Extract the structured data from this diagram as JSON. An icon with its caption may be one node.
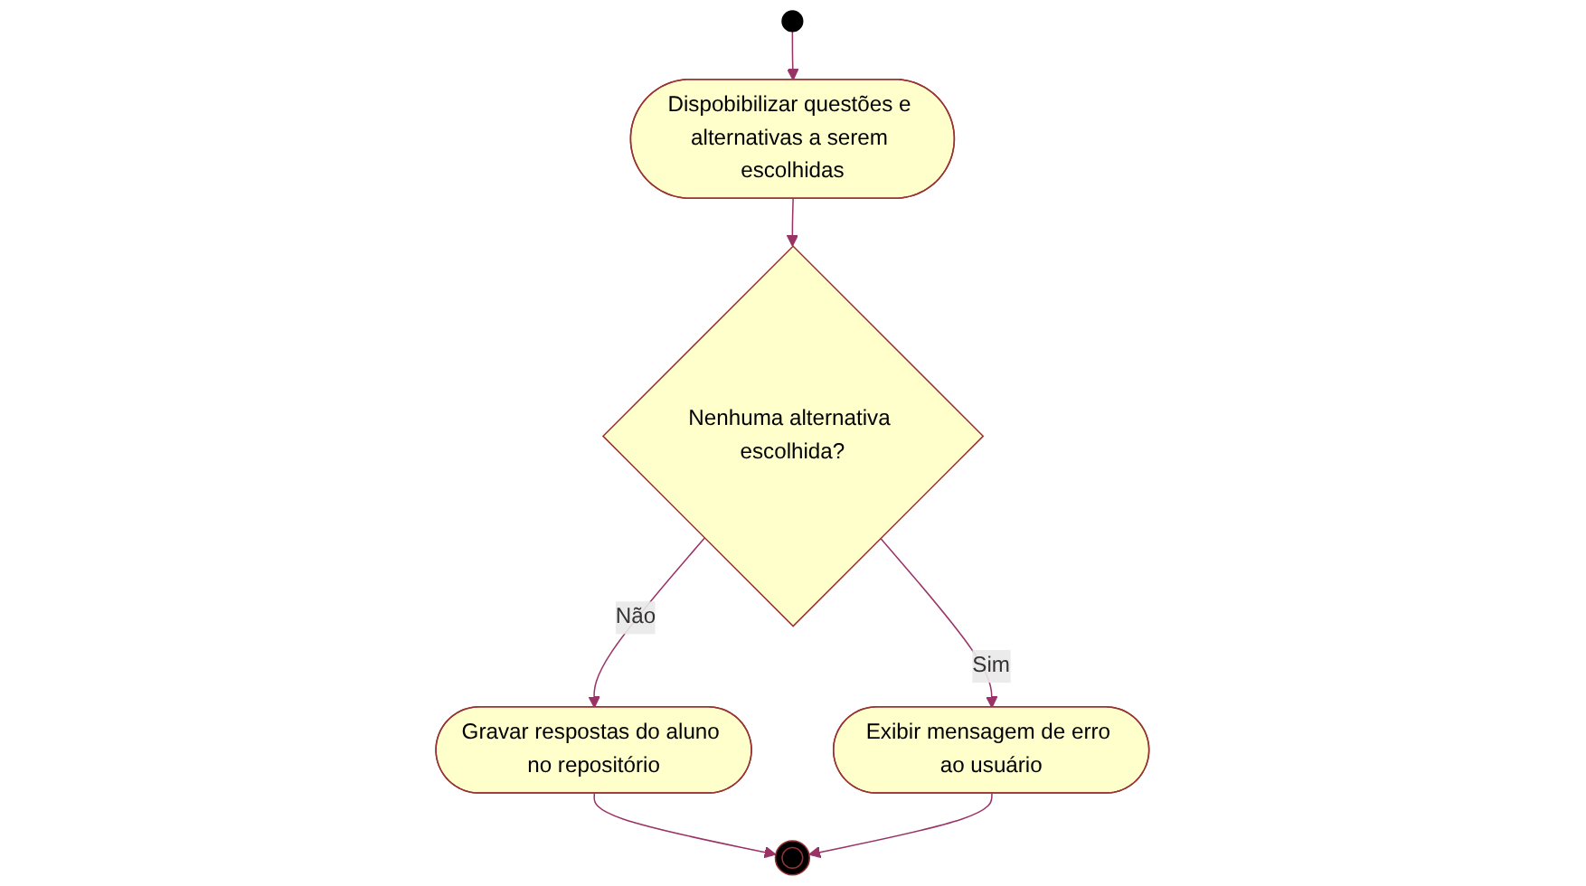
{
  "diagram": {
    "nodes": [
      {
        "text": [],
        "shape": "circle"
      },
      {
        "text": [
          "Dispobibilizar questões e alternativas a serem escolhidas"
        ]
      },
      {
        "text": [
          "Nenhuma alternativa escolhida?"
        ]
      },
      {
        "text": [
          "Exibir mensagem de erro ao usuário"
        ]
      },
      {
        "text": [
          "Gravar respostas do aluno no repositório"
        ]
      },
      {
        "text": [],
        "shape": "circle"
      }
    ],
    "edges": [
      {
        "from": 0,
        "to": 1,
        "arrow": "to"
      },
      {
        "from": 1,
        "to": 2,
        "arrow": "to"
      },
      {
        "from": 2,
        "to": 3,
        "arrow": "to",
        "label": "Sim"
      },
      {
        "from": 2,
        "to": 4,
        "arrow": "to",
        "label": "Não"
      },
      {
        "from": 4,
        "to": 5,
        "arrow": "to"
      },
      {
        "from": 3,
        "to": 5,
        "arrow": "to"
      }
    ]
  }
}
